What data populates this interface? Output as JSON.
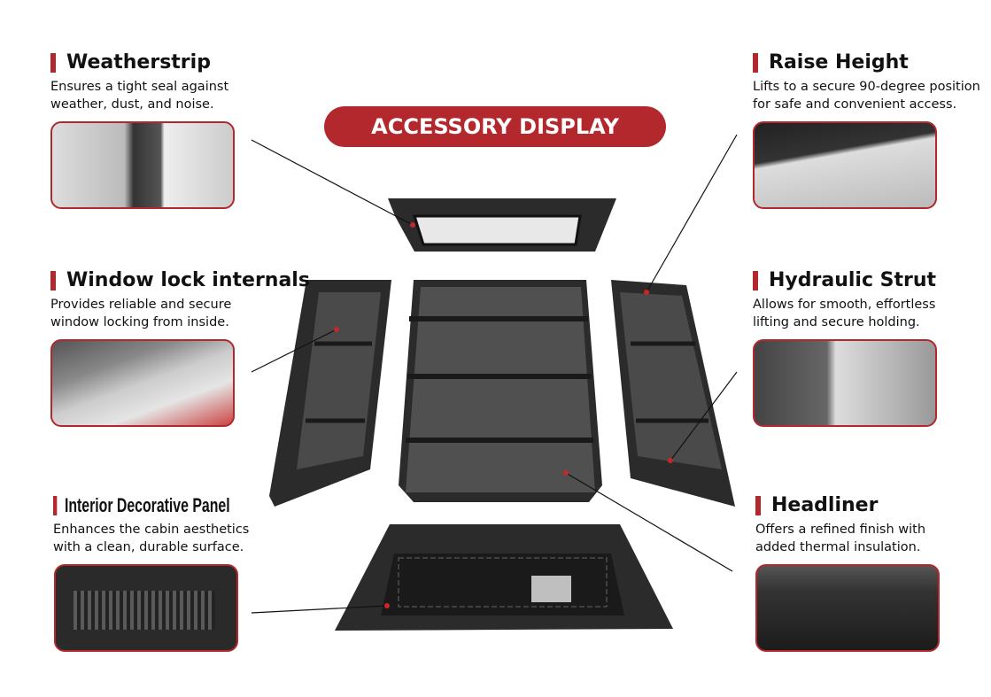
{
  "title": "ACCESSORY DISPLAY DIAGRAM",
  "features": {
    "weatherstrip": {
      "title": "Weatherstrip",
      "desc": [
        "Ensures a tight seal against",
        "weather, dust, and noise."
      ]
    },
    "window_lock": {
      "title": "Window lock internals",
      "desc": [
        "Provides reliable and secure",
        "window locking from inside."
      ]
    },
    "interior_panel": {
      "title": "Interior Decorative Panel",
      "desc": [
        "Enhances the cabin aesthetics",
        "with a clean, durable surface."
      ]
    },
    "raise_height": {
      "title": "Raise Height",
      "desc": [
        "Lifts to a secure 90-degree position",
        "for safe and convenient access."
      ]
    },
    "hydraulic_strut": {
      "title": "Hydraulic Strut",
      "desc": [
        "Allows for smooth, effortless",
        "lifting and secure holding."
      ]
    },
    "headliner": {
      "title": "Headliner",
      "desc": [
        "Offers a refined finish with",
        "added thermal insulation."
      ]
    }
  },
  "colors": {
    "accent": "#b3282d",
    "panel": "#2b2b2b"
  }
}
